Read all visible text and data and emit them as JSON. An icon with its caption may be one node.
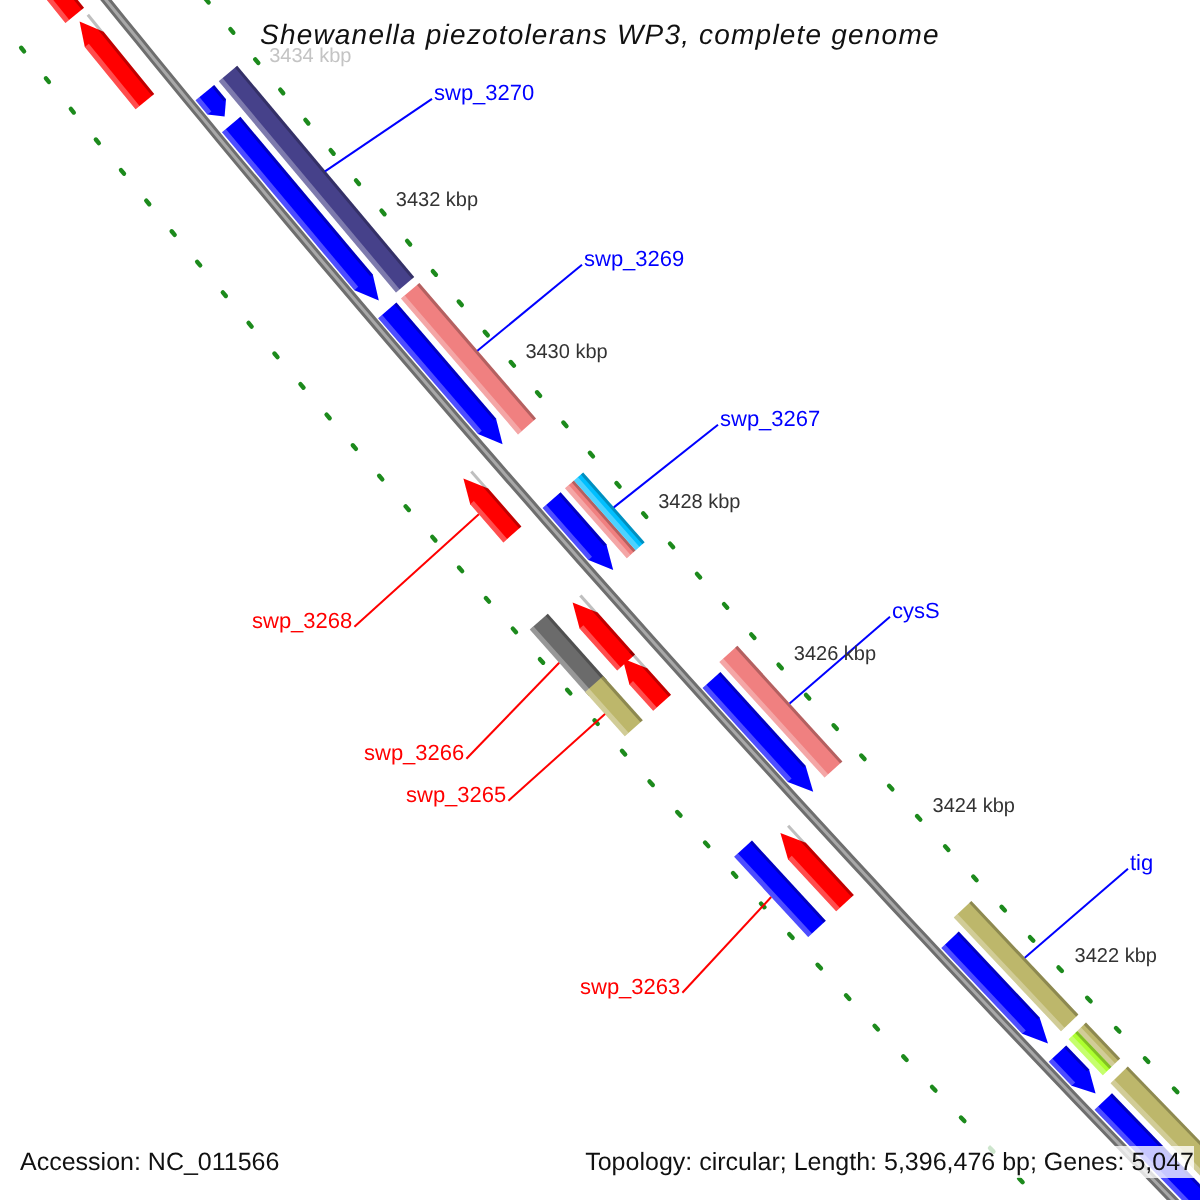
{
  "diagram": {
    "title": "Shewanella piezotolerans WP3, complete genome",
    "nodes": [
      {
        "text": [
          "swp_3270"
        ]
      },
      {
        "text": [],
        "shape": "bar"
      },
      {
        "text": [
          "swp_3269"
        ]
      },
      {
        "text": [],
        "shape": "bar"
      },
      {
        "text": [
          "swp_3267"
        ]
      },
      {
        "text": [],
        "shape": "bar"
      },
      {
        "text": [
          "swp_3268"
        ]
      },
      {
        "text": [],
        "shape": "arrow"
      },
      {
        "text": [
          "swp_3266"
        ]
      },
      {
        "text": [],
        "shape": "bar"
      },
      {
        "text": [
          "swp_3265"
        ]
      },
      {
        "text": [],
        "shape": "bar"
      },
      {
        "text": [
          "cysS"
        ]
      },
      {
        "text": [],
        "shape": "bar"
      },
      {
        "text": [
          "swp_3263"
        ]
      },
      {
        "text": [],
        "shape": "bar"
      },
      {
        "text": [
          "tig"
        ]
      },
      {
        "text": [],
        "shape": "bar"
      }
    ],
    "edges": [
      {
        "from": 0,
        "to": 1,
        "arrow": "none"
      },
      {
        "from": 2,
        "to": 3,
        "arrow": "none"
      },
      {
        "from": 4,
        "to": 5,
        "arrow": "none"
      },
      {
        "from": 6,
        "to": 7,
        "arrow": "none",
        "color": "#ff0000"
      },
      {
        "from": 8,
        "to": 9,
        "arrow": "none",
        "color": "#ff0000"
      },
      {
        "from": 10,
        "to": 11,
        "arrow": "none",
        "color": "#ff0000"
      },
      {
        "from": 12,
        "to": 13,
        "arrow": "none"
      },
      {
        "from": 14,
        "to": 15,
        "arrow": "none",
        "color": "#ff0000"
      },
      {
        "from": 16,
        "to": 17,
        "arrow": "none"
      }
    ],
    "labels": [
      "3434 kbp",
      "3432 kbp",
      "3430 kbp",
      "3428 kbp",
      "3426 kbp",
      "3424 kbp",
      "3422 kbp",
      "Accession: NC_011566",
      "Topology: circular; Length: 5,396,476 bp; Genes: 5,047"
    ]
  }
}
